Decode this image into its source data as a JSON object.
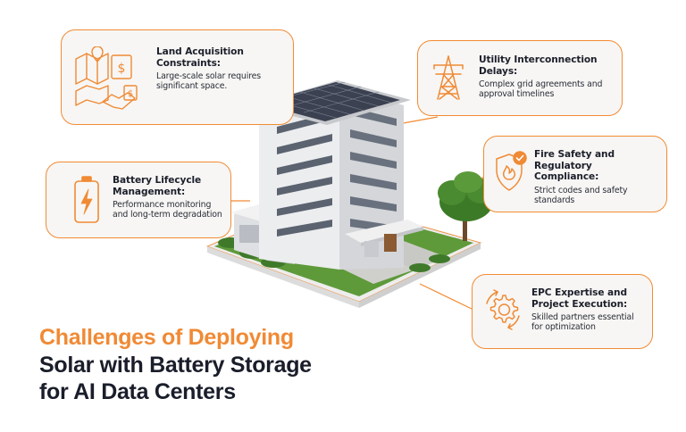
{
  "colors": {
    "accent": "#f08a35",
    "card_background": "#f7f6f4",
    "heading_dark": "#1a1d2a",
    "grass": "#5f9a3a",
    "building_wall": "#e6e7ea"
  },
  "headline": {
    "line1": "Challenges of Deploying",
    "line2": "Solar with Battery Storage",
    "line3": "for AI Data Centers"
  },
  "cards": {
    "land": {
      "icon": "land-map-money-handshake-icon",
      "title": "Land Acquisition Constraints:",
      "description": "Large-scale solar requires significant space."
    },
    "utility": {
      "icon": "transmission-tower-icon",
      "title": "Utility Interconnection Delays:",
      "description": "Complex grid agreements and approval timelines"
    },
    "fire": {
      "icon": "fire-shield-check-icon",
      "title": "Fire Safety and Regulatory Compliance:",
      "description": "Strict codes and safety standards"
    },
    "battery": {
      "icon": "battery-bolt-icon",
      "title": "Battery Lifecycle Management:",
      "description": "Performance monitoring and long-term degradation"
    },
    "epc": {
      "icon": "gear-cycle-icon",
      "title": "EPC Expertise and Project Execution:",
      "description": "Skilled partners essential for optimization"
    }
  }
}
